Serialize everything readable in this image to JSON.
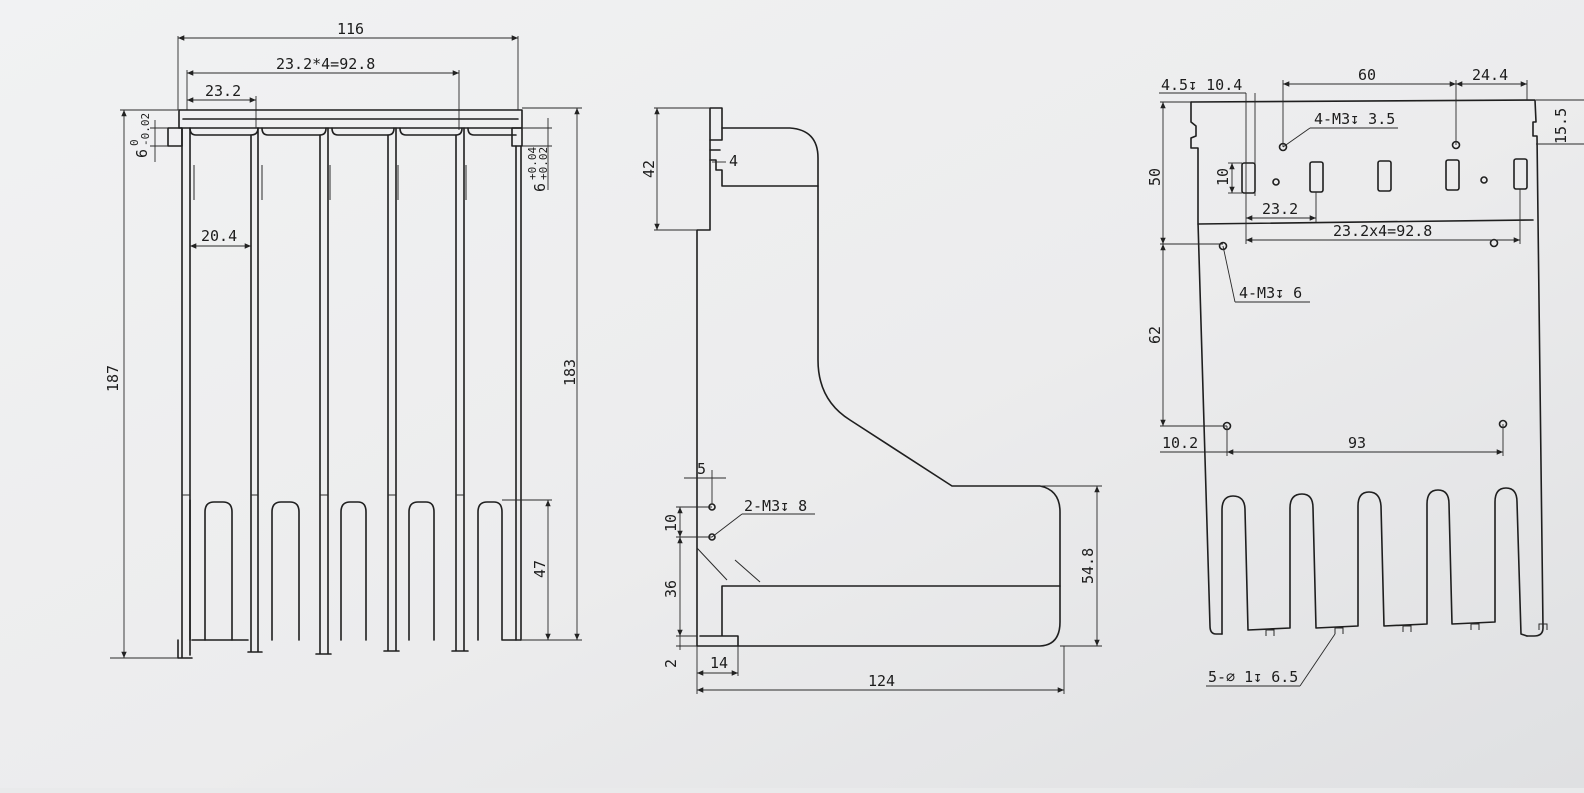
{
  "views": {
    "front": {
      "dims": {
        "width_total": "116",
        "pitch_total": "23.2*4=92.8",
        "pitch": "23.2",
        "slot_width": "20.4",
        "height_total": "187",
        "height_body": "183",
        "slot_depth": "47",
        "tol_left_value": "6",
        "tol_left_upper": "0",
        "tol_left_lower": "-0.02",
        "tol_right_value": "6",
        "tol_right_upper": "+0.04",
        "tol_right_lower": "+0.02"
      }
    },
    "side": {
      "dims": {
        "top_height": "42",
        "step": "4",
        "hole_offset": "5",
        "hole_spacing": "10",
        "hole_callout": "2-M3↧ 8",
        "height_36": "36",
        "height_2": "2",
        "foot": "14",
        "length": "124",
        "foot_height": "54.8"
      }
    },
    "right": {
      "dims": {
        "top_callout": "4.5↧ 10.4",
        "span_60": "60",
        "span_24": "24.4",
        "edge_15": "15.5",
        "holes_top": "4-M3↧ 3.5",
        "h50": "50",
        "slot_h": "10",
        "pitch": "23.2",
        "pitch_total": "23.2x4=92.8",
        "holes_mid": "4-M3↧ 6",
        "h62": "62",
        "offset_10": "10.2",
        "span_93": "93",
        "holes_bottom": "5-∅ 1↧ 6.5"
      }
    }
  }
}
